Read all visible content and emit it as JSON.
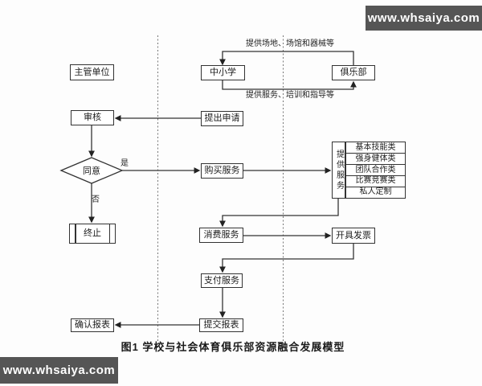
{
  "watermarks": {
    "top_right": "www.whsaiya.com",
    "bottom_left": "www.whsaiya.com"
  },
  "caption": "图1 学校与社会体育俱乐部资源融合发展模型",
  "nodes": {
    "supervisor": "主管单位",
    "school": "中小学",
    "club": "俱乐部",
    "review": "审核",
    "apply": "提出申请",
    "agree": "同意",
    "purchase": "购买服务",
    "terminate": "终止",
    "provide_service": "提供服务",
    "consume": "消费服务",
    "invoice": "开具发票",
    "pay": "支付服务",
    "submit_report": "提交报表",
    "confirm_report": "确认报表"
  },
  "service_categories": [
    "基本技能类",
    "强身健体类",
    "团队合作类",
    "比赛竞赛类",
    "私人定制"
  ],
  "edge_labels": {
    "club_to_school": "提供场地、场馆和器械等",
    "school_to_club": "提供服务、培训和指导等",
    "yes": "是",
    "no": "否"
  },
  "colors": {
    "line": "#333333",
    "box_background": "#ffffff",
    "watermark_background": "#555555",
    "watermark_text": "#ffffff"
  }
}
